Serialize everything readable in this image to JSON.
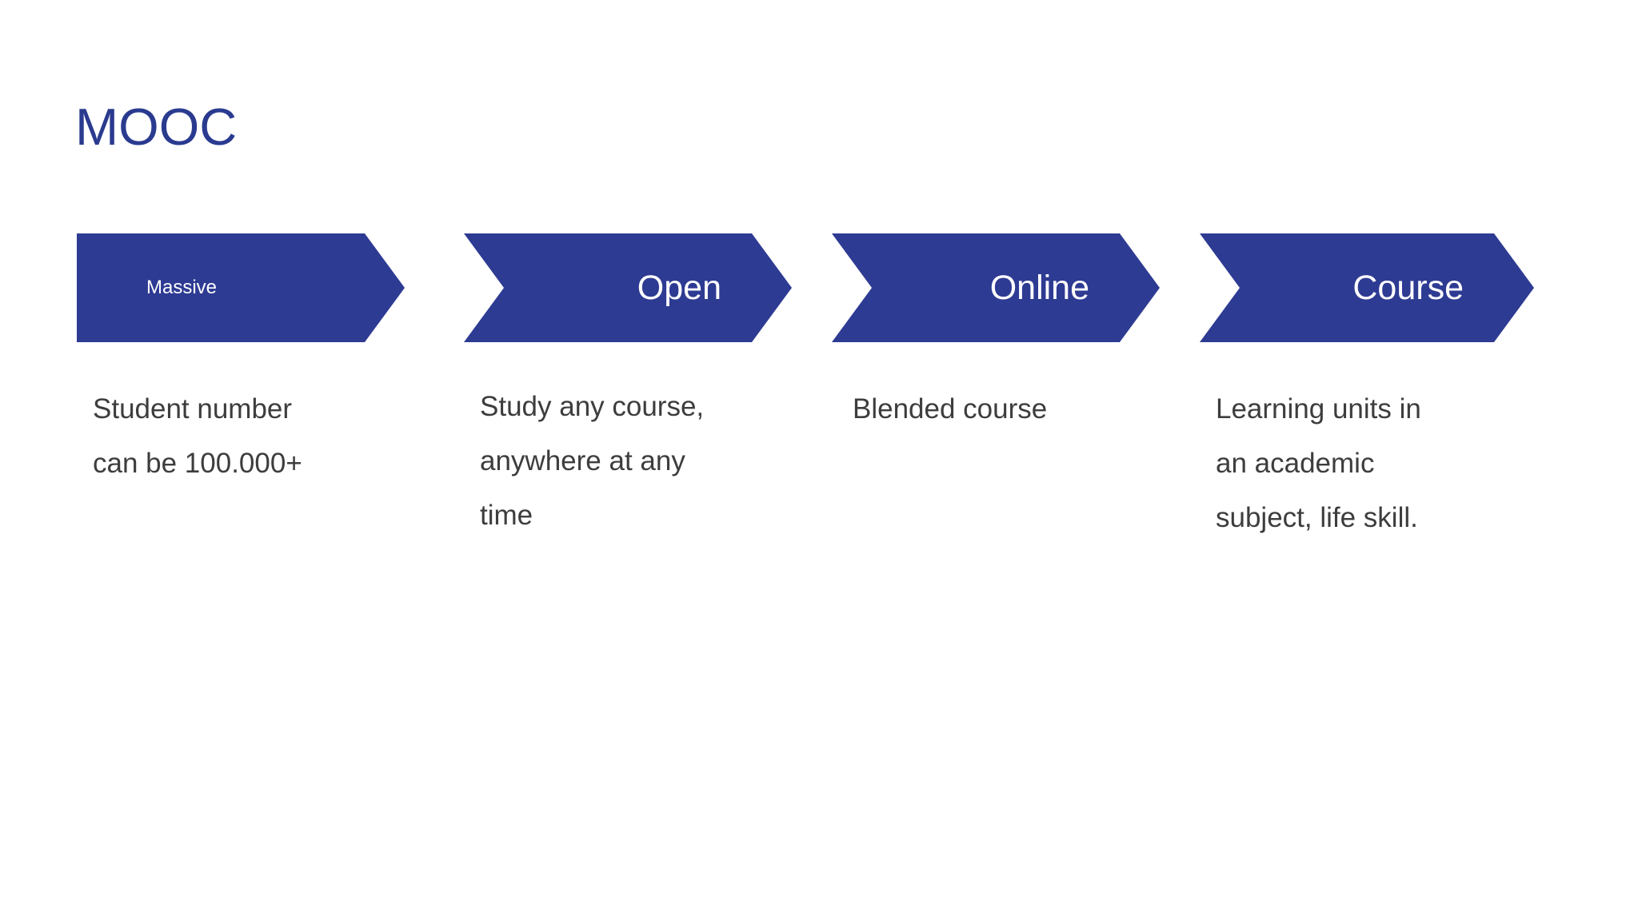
{
  "slide": {
    "title": "MOOC",
    "background_color": "#ffffff",
    "accent_color": "#2e3b93",
    "title_color": "#2a3b8f",
    "caption_color": "#3d3d3d"
  },
  "steps": [
    {
      "label": "Massive",
      "caption": "Student number\ncan be 100.000+"
    },
    {
      "label": "Open",
      "caption": "Study any course,\nanywhere at any\ntime"
    },
    {
      "label": "Online",
      "caption": "Blended course"
    },
    {
      "label": "Course",
      "caption": "Learning units in\nan academic\nsubject, life skill."
    }
  ]
}
